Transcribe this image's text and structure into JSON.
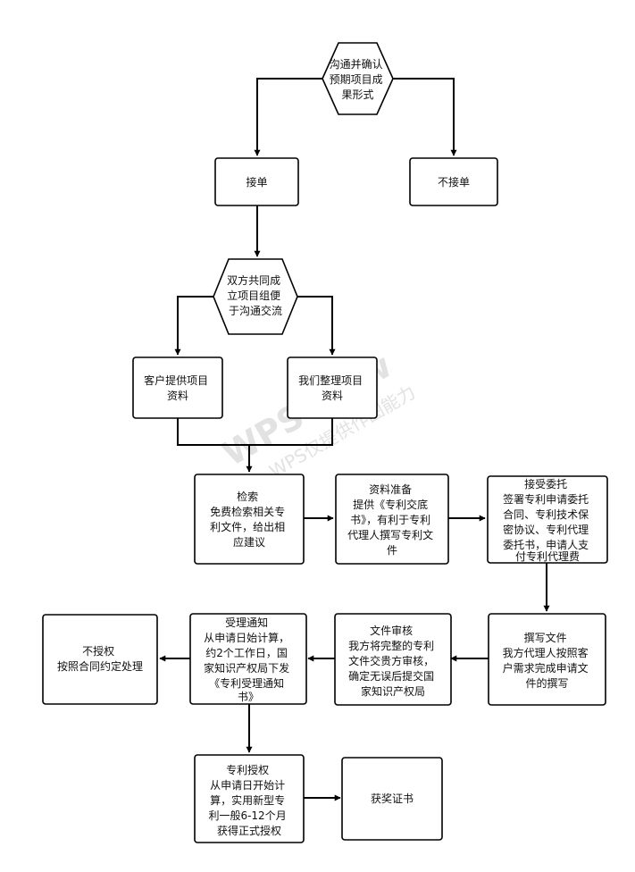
{
  "watermark": {
    "main": "WPS Flow",
    "sub": "WPS仅提供作图能力"
  },
  "nodes": {
    "confirm": {
      "lines": [
        "沟通并确认",
        "预期项目成",
        "果形式"
      ]
    },
    "accept": {
      "lines": [
        "接单"
      ]
    },
    "reject": {
      "lines": [
        "不接单"
      ]
    },
    "team": {
      "lines": [
        "双方共同成",
        "立项目组便",
        "于沟通交流"
      ]
    },
    "client_materials": {
      "lines": [
        "客户提供项目",
        "资料"
      ]
    },
    "our_materials": {
      "lines": [
        "我们整理项目",
        "资料"
      ]
    },
    "search": {
      "lines": [
        "检索",
        "免费检索相关专",
        "利文件，给出相",
        "应建议"
      ]
    },
    "prep": {
      "lines": [
        "资料准备",
        "提供《专利交底",
        "书》，有利于专利",
        "代理人撰写专利文",
        "件"
      ]
    },
    "entrust": {
      "lines": [
        "接受委托",
        "签署专利申请委托",
        "合同、专利技术保",
        "密协议、专利代理",
        "委托书，申请人支",
        "付专利代理费"
      ]
    },
    "write": {
      "lines": [
        "撰写文件",
        "我方代理人按照客",
        "户需求完成申请文",
        "件的撰写"
      ]
    },
    "review": {
      "lines": [
        "文件审核",
        "我方将完整的专利",
        "文件交贵方审核，",
        "确定无误后提交国",
        "家知识产权局"
      ]
    },
    "notice": {
      "lines": [
        "受理通知",
        "从申请日始计算，",
        "约2个工作日，国",
        "家知识产权局下发",
        "《专利受理通知",
        "书》"
      ]
    },
    "no_grant": {
      "lines": [
        "不授权",
        "按照合同约定处理"
      ]
    },
    "grant": {
      "lines": [
        "专利授权",
        "从申请日开始计",
        "算，实用新型专",
        "利一般6-12个月",
        "获得正式授权"
      ]
    },
    "certificate": {
      "lines": [
        "获奖证书"
      ]
    }
  }
}
